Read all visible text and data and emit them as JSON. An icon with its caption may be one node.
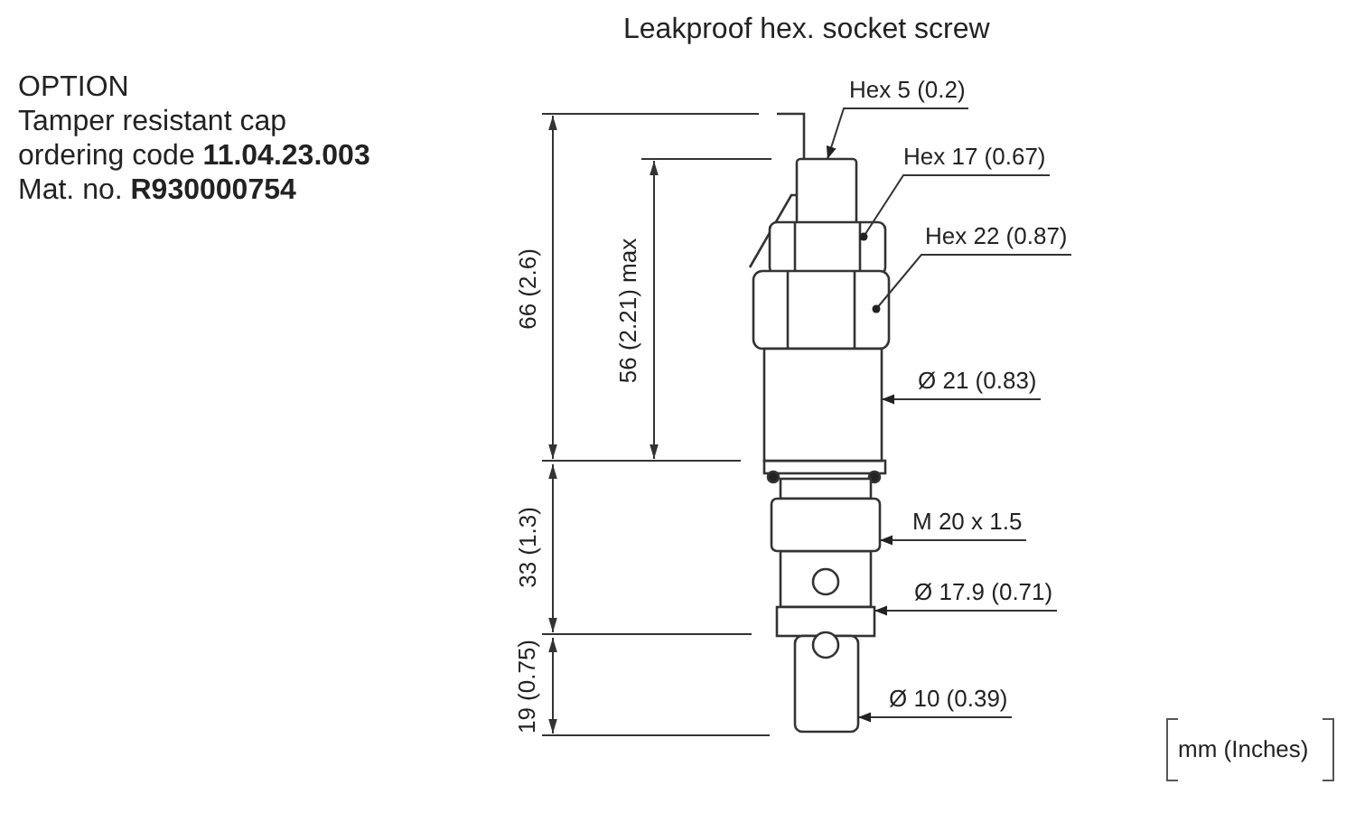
{
  "diagram": {
    "title": "Leakproof hex. socket screw",
    "nodes": [
      {
        "text": [
          "Hex 5 (0.2)"
        ]
      },
      {
        "text": [
          "Hex 17 (0.67)"
        ]
      },
      {
        "text": [
          "Hex 22 (0.87)"
        ]
      },
      {
        "text": [
          "Ø 21 (0.83)"
        ]
      },
      {
        "text": [
          "M 20 x 1.5"
        ]
      },
      {
        "text": [
          "Ø 17.9 (0.71)"
        ]
      },
      {
        "text": [
          "Ø 10 (0.39)"
        ]
      },
      {
        "text": [],
        "shape": "box"
      },
      {
        "text": [],
        "shape": "box"
      },
      {
        "text": [],
        "shape": "box"
      },
      {
        "text": [],
        "shape": "box"
      },
      {
        "text": [],
        "shape": "box"
      },
      {
        "text": [],
        "shape": "box"
      },
      {
        "text": [],
        "shape": "box"
      }
    ],
    "edges": [
      {
        "from": 0,
        "to": 7,
        "arrow": "to"
      },
      {
        "from": 1,
        "to": 8,
        "arrow": "other"
      },
      {
        "from": 2,
        "to": 9,
        "arrow": "other"
      },
      {
        "from": 3,
        "to": 10,
        "arrow": "to"
      },
      {
        "from": 4,
        "to": 11,
        "arrow": "to"
      },
      {
        "from": 5,
        "to": 12,
        "arrow": "to"
      },
      {
        "from": 6,
        "to": 13,
        "arrow": "to"
      }
    ],
    "labels": [
      "OPTION",
      "Tamper resistant cap",
      "ordering code **11.04.23.003**",
      "Mat. no. **R930000754**",
      "66 (2.6)",
      "56 (2.21) max",
      "33 (1.3)",
      "19 (0.75)",
      "mm (Inches)"
    ]
  }
}
